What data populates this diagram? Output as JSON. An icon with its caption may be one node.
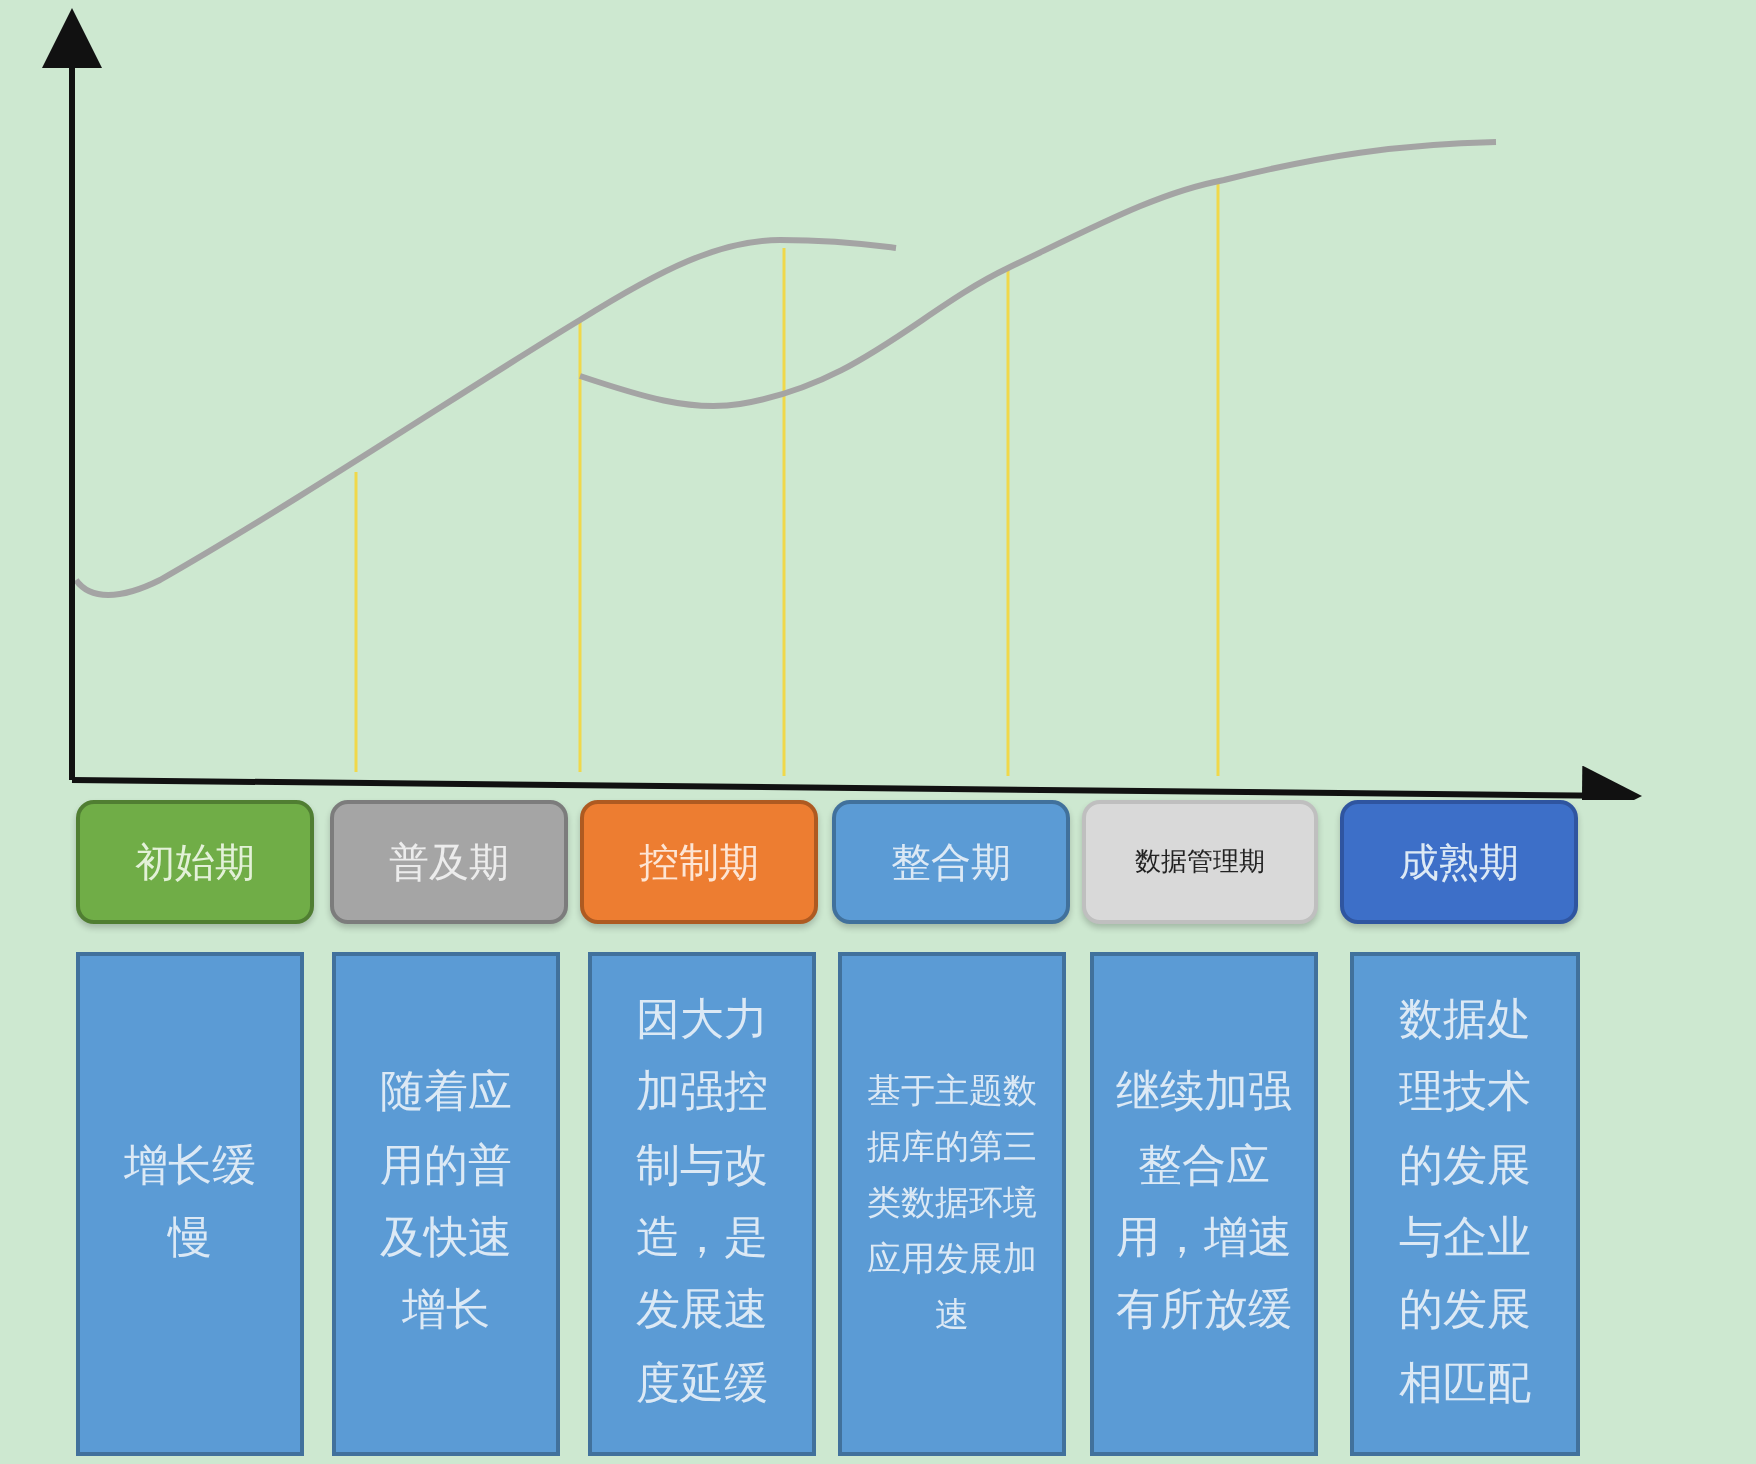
{
  "diagram": {
    "nodes": [
      {
        "text": [
          "初始期"
        ]
      },
      {
        "text": [
          "普及期"
        ]
      },
      {
        "text": [
          "控制期"
        ]
      },
      {
        "text": [
          "整合期"
        ]
      },
      {
        "text": [
          "数据管理期"
        ]
      },
      {
        "text": [
          "成熟期"
        ]
      },
      {
        "text": [
          "增长缓慢"
        ]
      },
      {
        "text": [
          "随着应用的普及快速增长"
        ]
      },
      {
        "text": [
          "因大力加强控制与改造，是发展速度延缓"
        ]
      },
      {
        "text": [
          "基于主题数据库的第三类数据环境应用发展加速"
        ]
      },
      {
        "text": [
          "继续加强整合应用，增速有所放缓"
        ]
      },
      {
        "text": [
          "数据处理技术的发展与企业的发展相匹配"
        ]
      }
    ]
  }
}
